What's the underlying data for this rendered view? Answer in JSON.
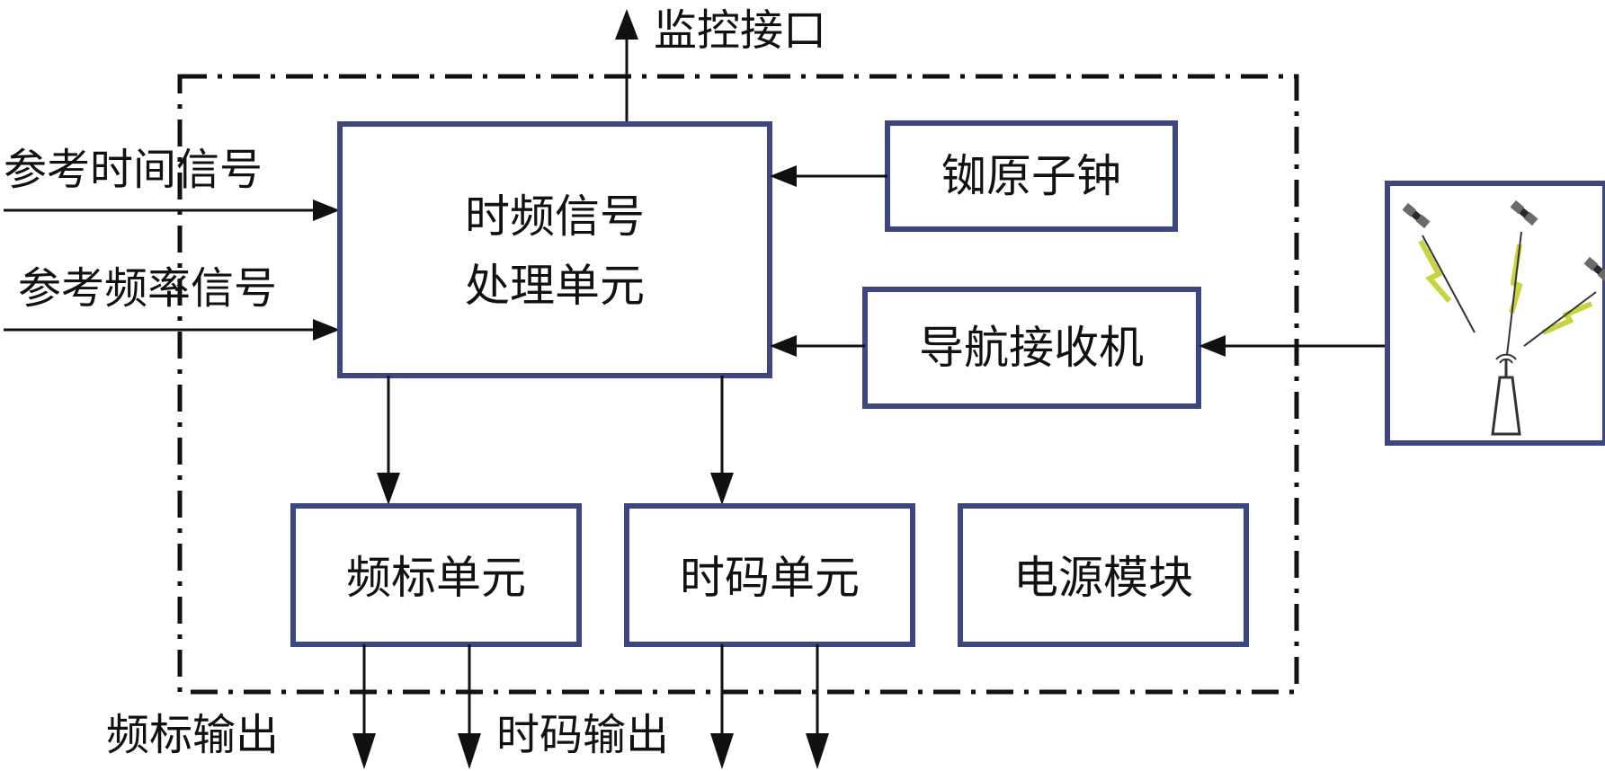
{
  "labels": {
    "monitor_interface": "监控接口",
    "ref_time_signal": "参考时间信号",
    "ref_freq_signal": "参考频率信号",
    "freq_mark_output": "频标输出",
    "time_code_output": "时码输出"
  },
  "boxes": {
    "processing_unit_line1": "时频信号",
    "processing_unit_line2": "处理单元",
    "rubidium_clock": "铷原子钟",
    "nav_receiver": "导航接收机",
    "freq_mark_unit": "频标单元",
    "time_code_unit": "时码单元",
    "power_module": "电源模块"
  },
  "colors": {
    "box_border": "#3c4683",
    "line": "#111111",
    "lightning": "#c8d43a",
    "satellite": "#5a5a5a"
  },
  "icons": {
    "satellite_panel": "satellites-antenna-icon"
  }
}
